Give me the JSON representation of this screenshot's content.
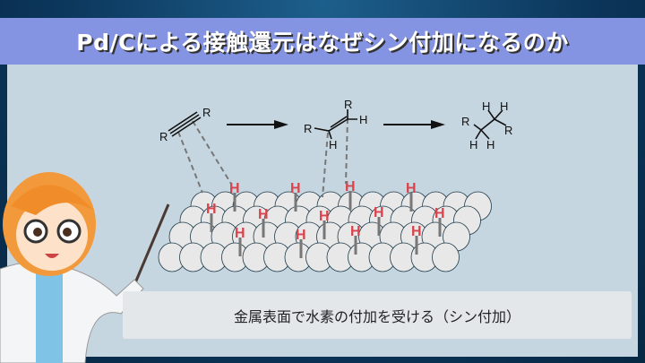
{
  "title": "Pd/Cによる接触還元はなぜシン付加になるのか",
  "caption": "金属表面で水素の付加を受ける（シン付加）",
  "diagram": {
    "substituent_label": "R",
    "hydrogen_label": "H",
    "steps": [
      "alkyne",
      "alkene",
      "alkane"
    ]
  },
  "colors": {
    "title_bar": "#8494e2",
    "hydrogen": "#d9434b",
    "panel": "#c6d6e0"
  }
}
